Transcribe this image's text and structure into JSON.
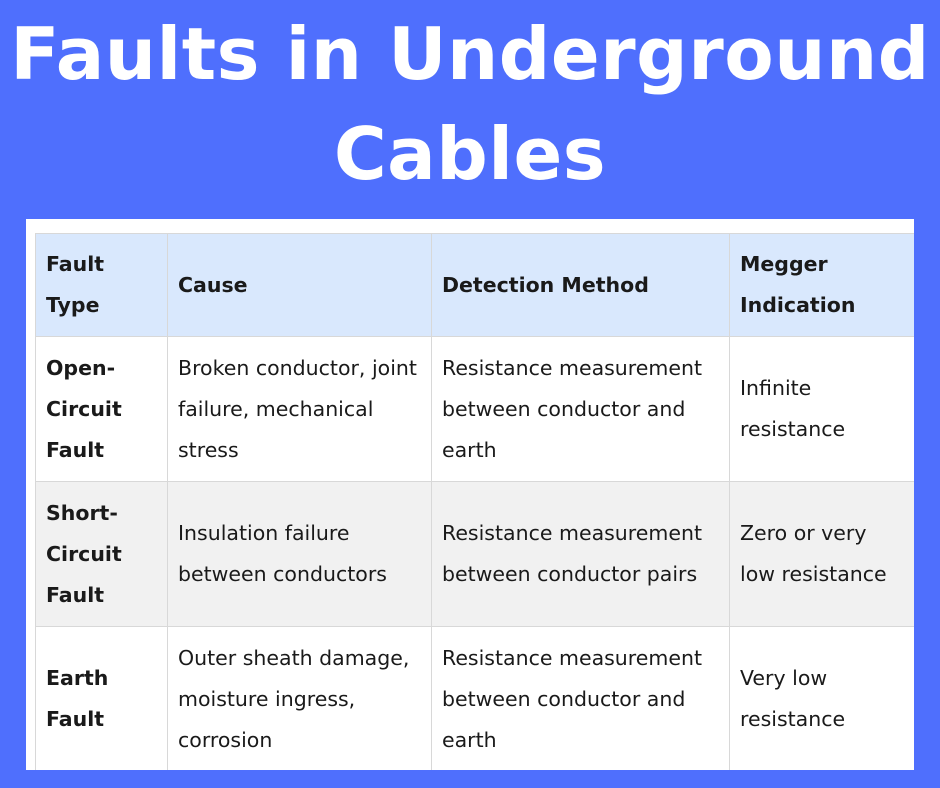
{
  "title": {
    "line1": "Faults in Underground",
    "line2": "Cables"
  },
  "table": {
    "headers": {
      "fault_type": "Fault Type",
      "cause": "Cause",
      "detection_method": "Detection Method",
      "megger_indication": "Megger Indication"
    },
    "rows": [
      {
        "fault_type": "Open-Circuit Fault",
        "cause": "Broken conductor, joint failure, mechanical stress",
        "detection_method": "Resistance measurement between conductor and earth",
        "megger_indication": "Infinite resistance"
      },
      {
        "fault_type": "Short-Circuit Fault",
        "cause": "Insulation failure between conductors",
        "detection_method": "Resistance measurement between conductor pairs",
        "megger_indication": "Zero or very low resistance"
      },
      {
        "fault_type": "Earth Fault",
        "cause": "Outer sheath damage, moisture ingress, corrosion",
        "detection_method": "Resistance measurement between conductor and earth",
        "megger_indication": "Very low resistance"
      }
    ]
  },
  "colors": {
    "background": "#4f6ffd",
    "header_fill": "#d9e8fd",
    "alt_row_fill": "#f1f1f1"
  }
}
